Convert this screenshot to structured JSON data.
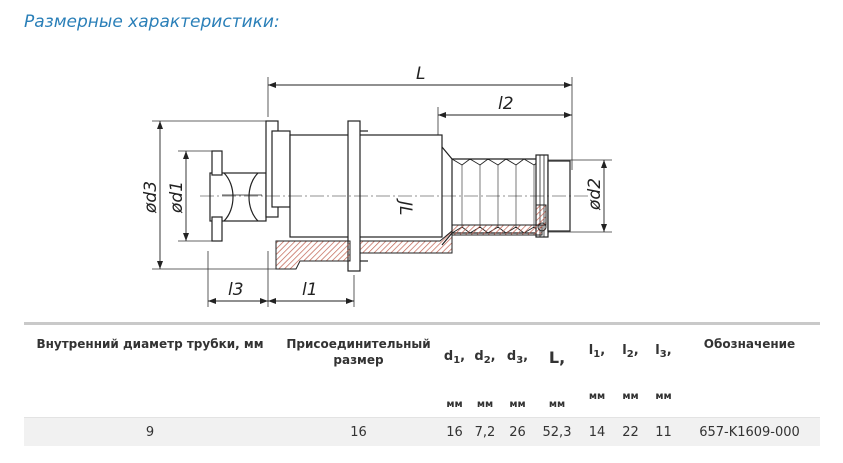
{
  "page": {
    "heading": "Размерные характеристики:"
  },
  "drawing": {
    "labels": {
      "L": "L",
      "l2": "l2",
      "l3": "l3",
      "l1": "l1",
      "d3": "ød3",
      "d1": "ød1",
      "d2": "ød2",
      "mark": "JL"
    }
  },
  "colors": {
    "heading": "#2a7fb8",
    "hatch": "#c06050",
    "row_bg": "#f1f1f1"
  },
  "table": {
    "headers": {
      "inner_diameter": "Внутренний диаметр трубки, мм",
      "connection_size": "Присоединительный размер",
      "d1": "d",
      "d1_sub": "1",
      "d2": "d",
      "d2_sub": "2",
      "d3": "d",
      "d3_sub": "3",
      "L": "L",
      "l1": "l",
      "l1_sub": "1",
      "l2": "l",
      "l2_sub": "2",
      "l3": "l",
      "l3_sub": "3",
      "comma": ",",
      "unit": "мм",
      "designation": "Обозначение"
    },
    "row": {
      "inner_diameter": "9",
      "connection_size": "16",
      "d1": "16",
      "d2": "7,2",
      "d3": "26",
      "L": "52,3",
      "l1": "14",
      "l2": "22",
      "l3": "11",
      "designation": "657-K1609-000"
    }
  }
}
